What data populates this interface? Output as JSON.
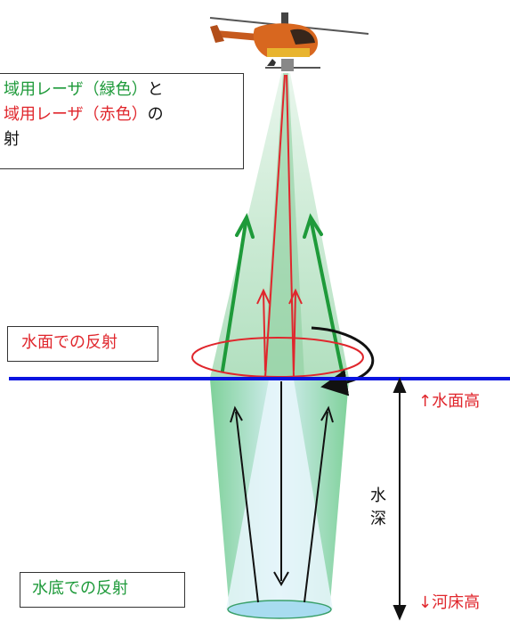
{
  "legend": {
    "line1_green": "域用レーザ（緑色）",
    "line1_black": "と",
    "line2_red": "域用レーザ（赤色）",
    "line2_black": "の",
    "line3": "射"
  },
  "labels": {
    "surface_reflection": "水面での反射",
    "bottom_reflection": "水底での反射",
    "water_surface_height": "↑水面高",
    "water_depth_1": "水",
    "water_depth_2": "深",
    "riverbed_height": "↓河床高"
  },
  "colors": {
    "green_laser": "#1e9a3a",
    "red_laser": "#e0262c",
    "water_line": "#0a14e0",
    "underwater_fill": "#4fbf7a",
    "bottom_disc": "#a8dcf0"
  }
}
